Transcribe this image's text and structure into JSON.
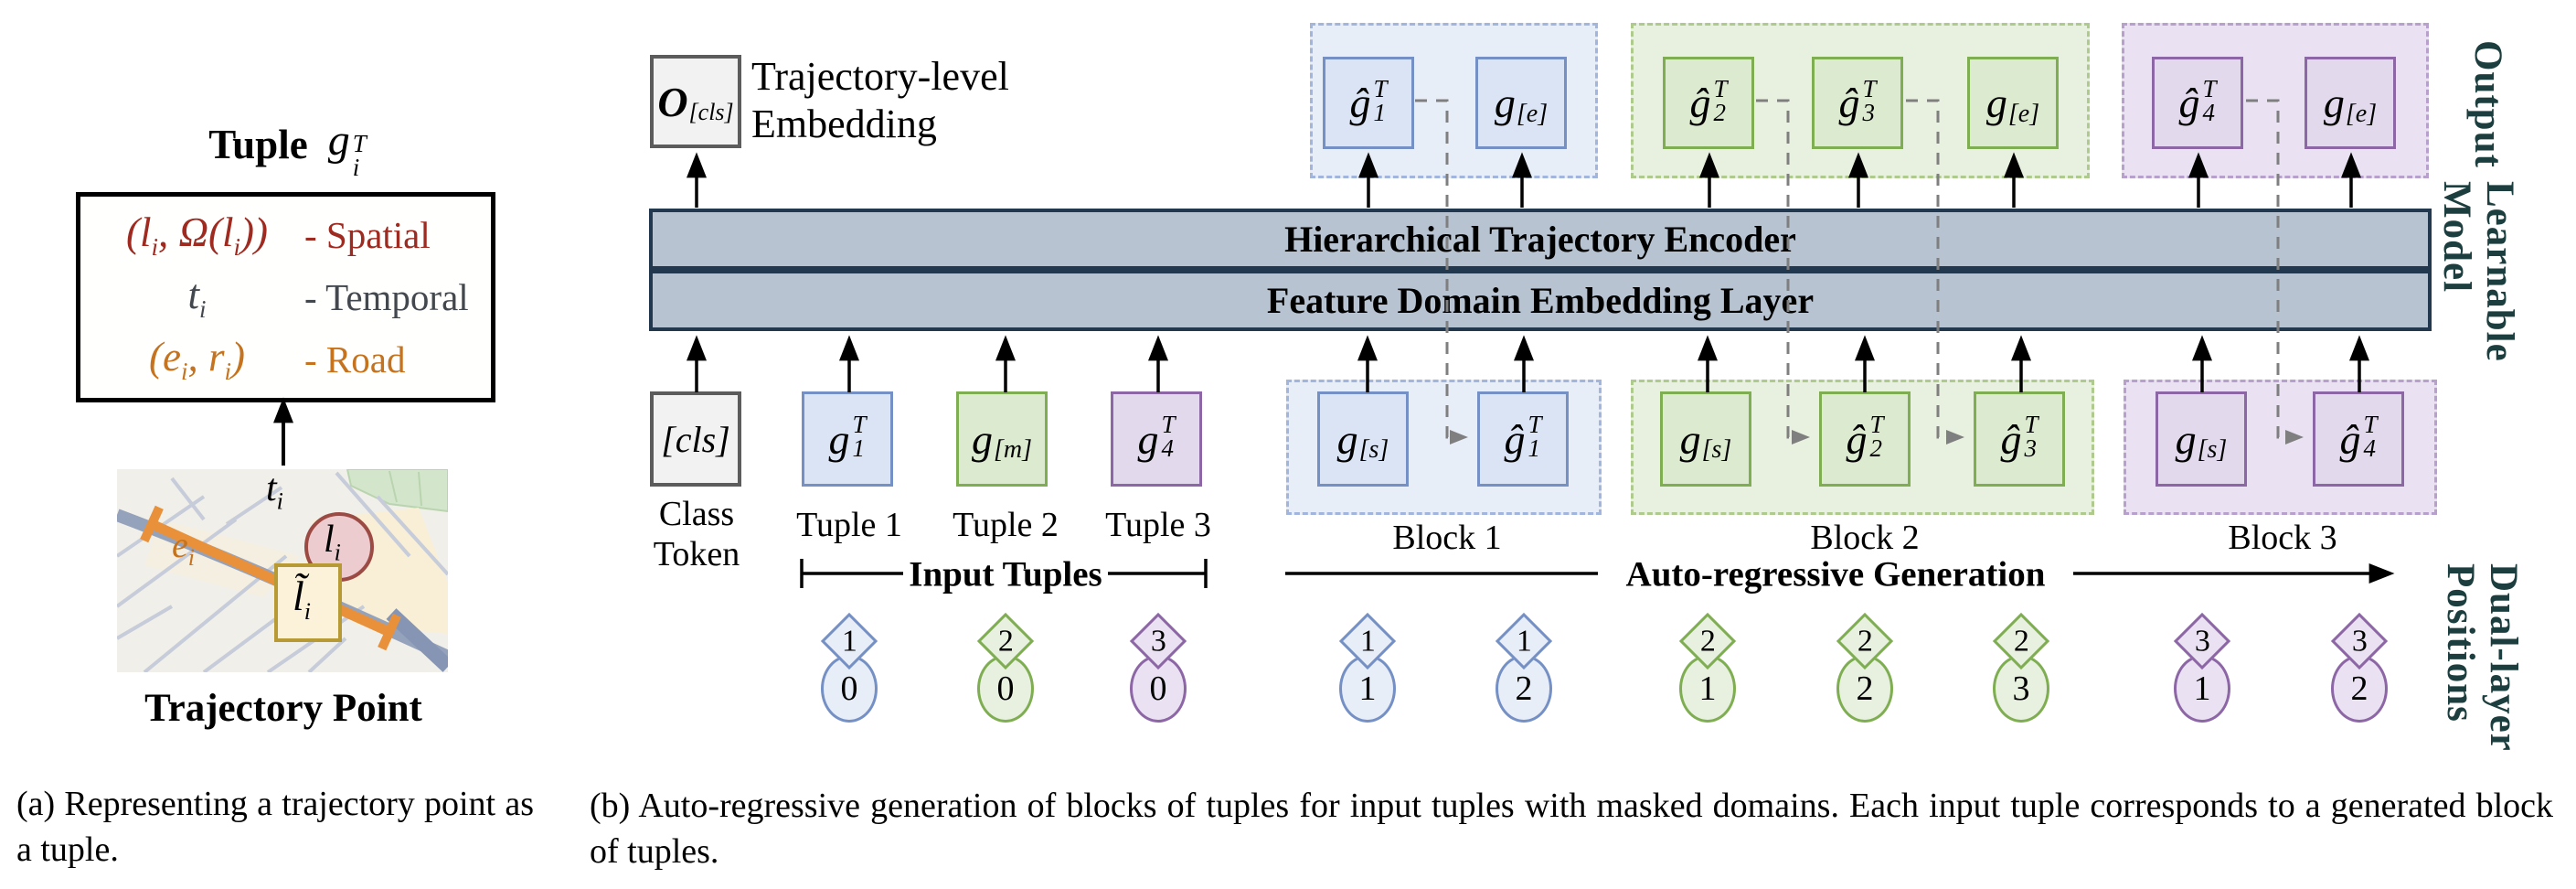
{
  "colors": {
    "spatial_text": "#9e2a20",
    "temporal_text": "#43484e",
    "road_text": "#c5731f",
    "side_labels": "#1c3e3e",
    "encoder_fill": "#b7c3d1",
    "encoder_border": "#22384f",
    "feedback_gray": "#7f7f7f",
    "palettes": {
      "gray": {
        "box_fill": "#f2f2f2",
        "box_border": "#5c5c5c"
      },
      "blue": {
        "box_fill": "#dae4f5",
        "box_border": "#7590c4",
        "container_fill": "#e8eef8",
        "container_border": "#a2b5dc"
      },
      "green": {
        "box_fill": "#dcead0",
        "box_border": "#7fae52",
        "container_fill": "#e8f1df",
        "container_border": "#aecb8d"
      },
      "purple": {
        "box_fill": "#e3d9ed",
        "box_border": "#8d66a6",
        "container_fill": "#eae2f2",
        "container_border": "#b7a1cc"
      }
    }
  },
  "panel_a": {
    "title": {
      "word": "Tuple",
      "base": "g",
      "sub": "i",
      "sup": "T"
    },
    "tuple_box": {
      "rows": [
        {
          "p1": "(l",
          "s1": "i",
          "p2": ", Ω(l",
          "s2": "i",
          "p3": "))",
          "label": "- Spatial"
        },
        {
          "p1": "t",
          "s1": "i",
          "p2": "",
          "s2": "",
          "p3": "",
          "label": "- Temporal"
        },
        {
          "p1": "(e",
          "s1": "i",
          "p2": ", r",
          "s2": "i",
          "p3": ")",
          "label": "- Road"
        }
      ]
    },
    "map_labels": {
      "t": {
        "base": "t",
        "sub": "i"
      },
      "l": {
        "base": "l",
        "sub": "i"
      },
      "l_matched": {
        "base": "l̃",
        "sub": "i"
      },
      "e": {
        "base": "e",
        "sub": "i"
      }
    },
    "map_caption": "Trajectory Point",
    "caption": "(a) Representing a trajectory point as a tuple."
  },
  "panel_b": {
    "output_token": {
      "base": "O",
      "sub": "[cls]"
    },
    "output_token_label": [
      "Trajectory-level",
      "Embedding"
    ],
    "encoder_bar": "Hierarchical Trajectory Encoder",
    "embedding_bar": "Feature Domain Embedding Layer",
    "top_row": [
      {
        "base": "ĝ",
        "sub": "1",
        "sup": "T"
      },
      {
        "base": "g",
        "sub": "[e]"
      },
      {
        "base": "ĝ",
        "sub": "2",
        "sup": "T"
      },
      {
        "base": "ĝ",
        "sub": "3",
        "sup": "T"
      },
      {
        "base": "g",
        "sub": "[e]"
      },
      {
        "base": "ĝ",
        "sub": "4",
        "sup": "T"
      },
      {
        "base": "g",
        "sub": "[e]"
      }
    ],
    "bottom_row": [
      {
        "text": "[cls]"
      },
      {
        "base": "g",
        "sub": "1",
        "sup": "T"
      },
      {
        "base": "g",
        "sub": "[m]"
      },
      {
        "base": "g",
        "sub": "4",
        "sup": "T"
      },
      {
        "base": "g",
        "sub": "[s]"
      },
      {
        "base": "ĝ",
        "sub": "1",
        "sup": "T"
      },
      {
        "base": "g",
        "sub": "[s]"
      },
      {
        "base": "ĝ",
        "sub": "2",
        "sup": "T"
      },
      {
        "base": "ĝ",
        "sub": "3",
        "sup": "T"
      },
      {
        "base": "g",
        "sub": "[s]"
      },
      {
        "base": "ĝ",
        "sub": "4",
        "sup": "T"
      }
    ],
    "labels": {
      "class_token": [
        "Class",
        "Token"
      ],
      "tuples": [
        "Tuple 1",
        "Tuple 2",
        "Tuple 3"
      ],
      "blocks": [
        "Block 1",
        "Block 2",
        "Block 3"
      ],
      "input_tuples": "Input Tuples",
      "autoregressive": "Auto-regressive Generation"
    },
    "side_labels": {
      "output": "Output",
      "learnable": [
        "Learnable",
        "Model"
      ],
      "dual": [
        "Dual-layer",
        "Positions"
      ]
    },
    "badges": [
      {
        "diamond": "1",
        "circle": "0"
      },
      {
        "diamond": "2",
        "circle": "0"
      },
      {
        "diamond": "3",
        "circle": "0"
      },
      {
        "diamond": "1",
        "circle": "1"
      },
      {
        "diamond": "1",
        "circle": "2"
      },
      {
        "diamond": "2",
        "circle": "1"
      },
      {
        "diamond": "2",
        "circle": "2"
      },
      {
        "diamond": "2",
        "circle": "3"
      },
      {
        "diamond": "3",
        "circle": "1"
      },
      {
        "diamond": "3",
        "circle": "2"
      }
    ],
    "caption": "(b) Auto-regressive generation of blocks of tuples for input tuples with masked domains. Each input tuple corresponds to a generated block of tuples."
  }
}
